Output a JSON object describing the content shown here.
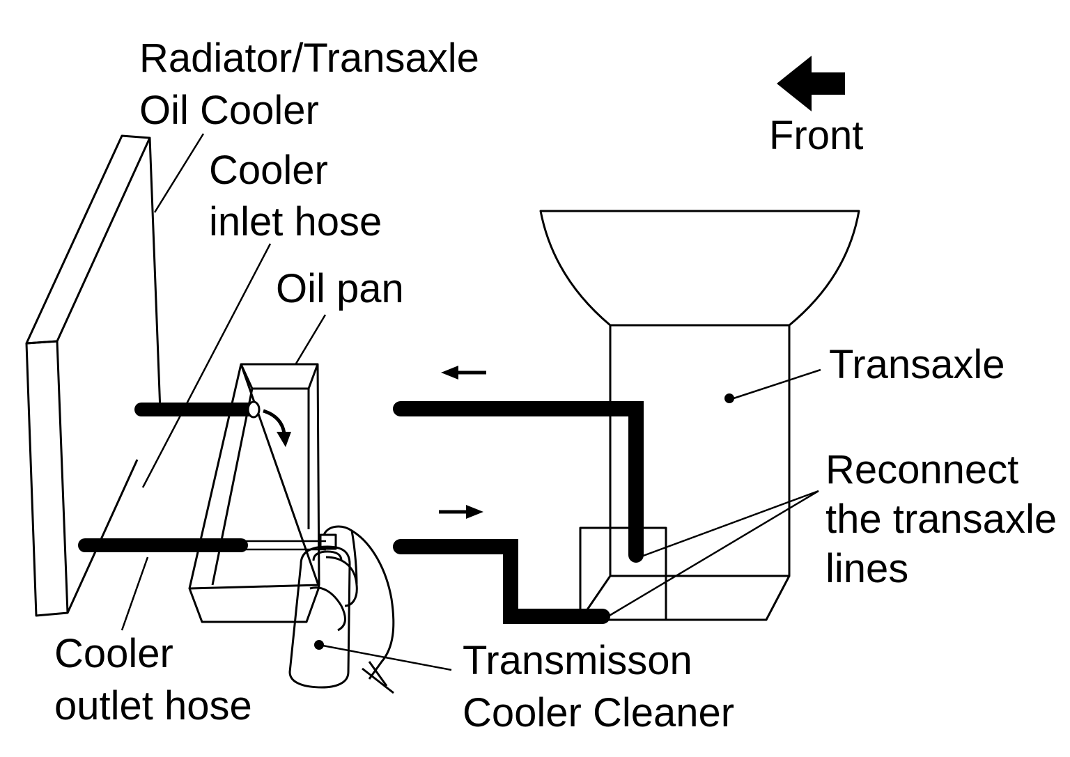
{
  "labels": {
    "radiator_line1": "Radiator/Transaxle",
    "radiator_line2": "Oil Cooler",
    "inlet_line1": "Cooler",
    "inlet_line2": "inlet hose",
    "oil_pan": "Oil pan",
    "front": "Front",
    "transaxle": "Transaxle",
    "reconnect_line1": "Reconnect",
    "reconnect_line2": "the transaxle",
    "reconnect_line3": "lines",
    "outlet_line1": "Cooler",
    "outlet_line2": "outlet hose",
    "cleaner_line1": "Transmisson",
    "cleaner_line2": "Cooler Cleaner"
  },
  "colors": {
    "ink": "#000000",
    "background": "#ffffff"
  }
}
